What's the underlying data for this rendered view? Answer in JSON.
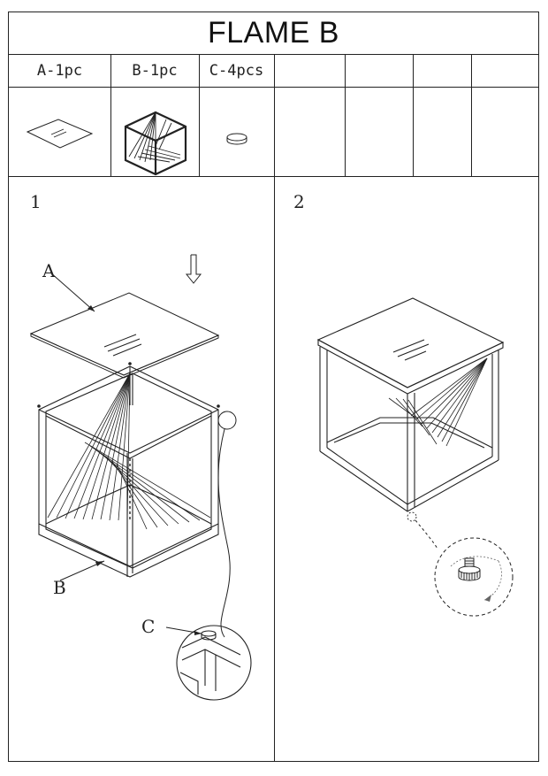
{
  "title": "FLAME B",
  "parts": [
    {
      "label": "A-1pc",
      "icon": "glass-top-icon"
    },
    {
      "label": "B-1pc",
      "icon": "frame-cube-icon"
    },
    {
      "label": "C-4pcs",
      "icon": "foot-pad-icon"
    },
    {
      "label": ""
    },
    {
      "label": ""
    },
    {
      "label": ""
    },
    {
      "label": ""
    }
  ],
  "steps": [
    {
      "number": "1",
      "callouts": {
        "a": "A",
        "b": "B",
        "c": "C"
      }
    },
    {
      "number": "2"
    }
  ]
}
